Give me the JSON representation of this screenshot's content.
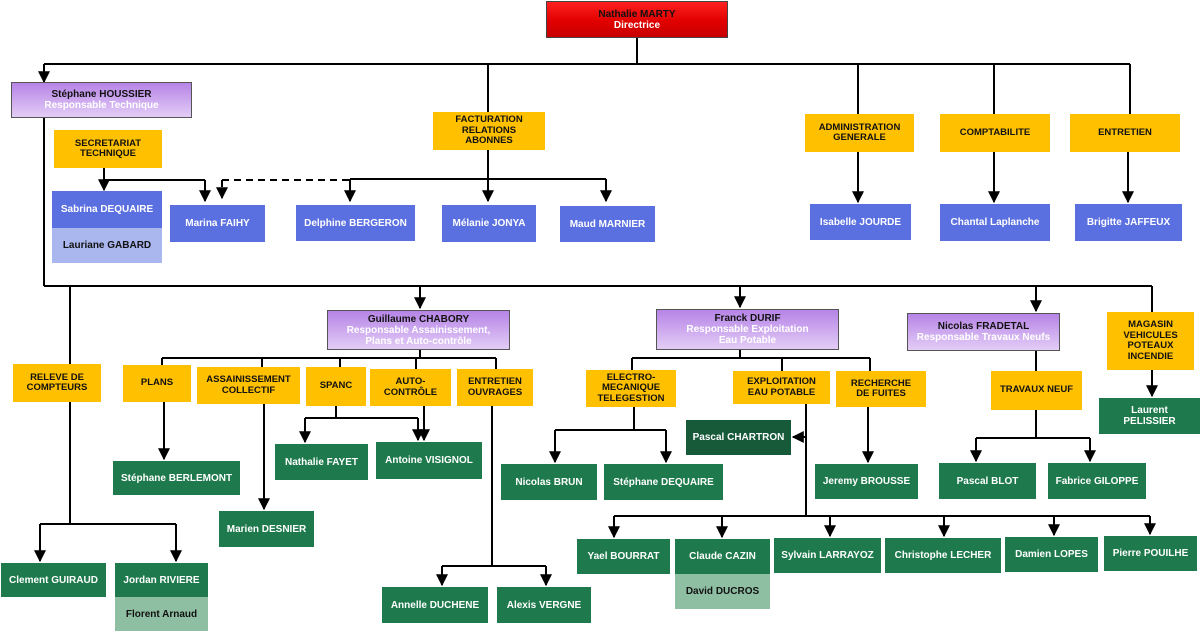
{
  "director": {
    "name": "Nathalie MARTY",
    "title": "Directrice"
  },
  "managers": {
    "houssier": {
      "name": "Stéphane HOUSSIER",
      "title": "Responsable Technique"
    },
    "chabory": {
      "name": "Guillaume CHABORY",
      "title_line1": "Responsable Assainissement,",
      "title_line2": "Plans et Auto-contrôle"
    },
    "durif": {
      "name": "Franck DURIF",
      "title_line1": "Responsable Exploitation",
      "title_line2": "Eau Potable"
    },
    "fradetal": {
      "name": "Nicolas FRADETAL",
      "title": "Responsable Travaux Neufs"
    }
  },
  "services": {
    "secretariat": {
      "line1": "SECRETARIAT",
      "line2": "TECHNIQUE"
    },
    "facturation": {
      "line1": "FACTURATION",
      "line2": "RELATIONS",
      "line3": "ABONNES"
    },
    "administration": {
      "line1": "ADMINISTRATION",
      "line2": "GENERALE"
    },
    "comptabilite": {
      "line1": "COMPTABILITE"
    },
    "entretien": {
      "line1": "ENTRETIEN"
    },
    "releve": {
      "line1": "RELEVE DE",
      "line2": "COMPTEURS"
    },
    "plans": {
      "line1": "PLANS"
    },
    "assainissement": {
      "line1": "ASSAINISSEMENT",
      "line2": "COLLECTIF"
    },
    "spanc": {
      "line1": "SPANC"
    },
    "autocontrole": {
      "line1": "AUTO-",
      "line2": "CONTRÔLE"
    },
    "entretien_ouvrages": {
      "line1": "ENTRETIEN",
      "line2": "OUVRAGES"
    },
    "electromecanique": {
      "line1": "ELECTRO-",
      "line2": "MECANIQUE",
      "line3": "TELEGESTION"
    },
    "exploitation": {
      "line1": "EXPLOITATION",
      "line2": "EAU POTABLE"
    },
    "recherche": {
      "line1": "RECHERCHE",
      "line2": "DE FUITES"
    },
    "travaux": {
      "line1": "TRAVAUX NEUF"
    },
    "magasin": {
      "line1": "MAGASIN",
      "line2": "VEHICULES",
      "line3": "POTEAUX",
      "line4": "INCENDIE"
    }
  },
  "staff": {
    "dequaire_s": "Sabrina DEQUAIRE",
    "gabard": "Lauriane GABARD",
    "faihy": "Marina FAIHY",
    "bergeron": "Delphine BERGERON",
    "jonya": "Mélanie JONYA",
    "marnier": "Maud MARNIER",
    "jourde": "Isabelle JOURDE",
    "laplanche": "Chantal  Laplanche",
    "jaffeux": "Brigitte JAFFEUX",
    "berlemont": "Stéphane BERLEMONT",
    "desnier": "Marien DESNIER",
    "fayet": "Nathalie FAYET",
    "visignol": "Antoine VISIGNOL",
    "guiraud": "Clement GUIRAUD",
    "riviere": "Jordan RIVIERE",
    "arnaud": "Florent Arnaud",
    "duchene": "Annelle  DUCHENE",
    "vergne": "Alexis VERGNE",
    "brun": "Nicolas BRUN",
    "dequaire_st": "Stéphane DEQUAIRE",
    "chartron": "Pascal CHARTRON",
    "brousse": "Jeremy BROUSSE",
    "blot": "Pascal BLOT",
    "giloppe": "Fabrice GILOPPE",
    "pelissier_line1": "Laurent",
    "pelissier_line2": "PELISSIER",
    "bourrat": "Yael BOURRAT",
    "cazin": "Claude CAZIN",
    "ducros": "David DUCROS",
    "larrayoz": "Sylvain LARRAYOZ",
    "lecher": "Christophe LECHER",
    "lopes": "Damien LOPES",
    "pouilhe": "Pierre POUILHE"
  },
  "colors": {
    "director_red": "#e00000",
    "manager_purple": "#c9a4ee",
    "service_yellow": "#ffc000",
    "staff_blue": "#5a6fe0",
    "staff_light_blue": "#aab6ee",
    "staff_green": "#1e7a4c",
    "staff_dark_green": "#165a3a",
    "staff_light_green": "#8fbfa3"
  }
}
